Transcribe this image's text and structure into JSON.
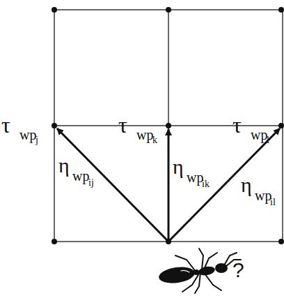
{
  "diagram": {
    "labels": [
      "τ",
      "wp",
      "j",
      "τ",
      "wp",
      "k",
      "τ",
      "wp",
      "l",
      "η",
      "wp",
      "ij",
      "η",
      "wp",
      "ik",
      "η",
      "wp",
      "il",
      "?"
    ]
  }
}
